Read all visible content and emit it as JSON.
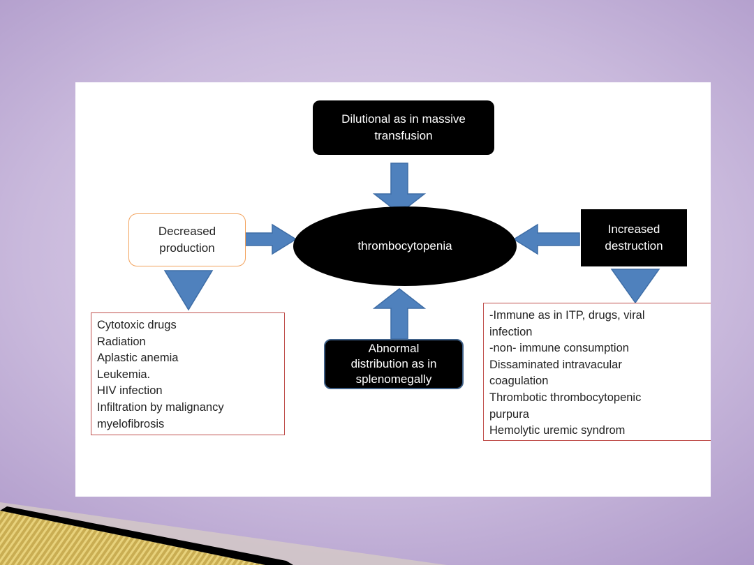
{
  "center": {
    "label": "thrombocytopenia"
  },
  "top_box": {
    "lines": [
      "Dilutional as in massive",
      "transfusion"
    ]
  },
  "left_box": {
    "lines": [
      "Decreased",
      "production"
    ]
  },
  "right_box": {
    "lines": [
      "Increased",
      "destruction"
    ]
  },
  "bottom_box": {
    "lines": [
      "Abnormal",
      "distribution as in",
      "splenomegally"
    ]
  },
  "left_list": {
    "items": [
      "Cytotoxic drugs",
      "Radiation",
      "Aplastic anemia",
      "Leukemia.",
      "HIV infection",
      "Infiltration by malignancy",
      "myelofibrosis"
    ]
  },
  "right_list": {
    "items": [
      "-Immune as in ITP, drugs, viral",
      "infection",
      "-non- immune consumption",
      "Dissaminated intravacular",
      "coagulation",
      "Thrombotic thrombocytopenic",
      "purpura",
      "Hemolytic uremic syndrom"
    ]
  },
  "colors": {
    "arrow_fill": "#4f81bd",
    "arrow_stroke": "#3e6da6",
    "orange_border": "#f2a15b",
    "red_border": "#c0504d"
  }
}
